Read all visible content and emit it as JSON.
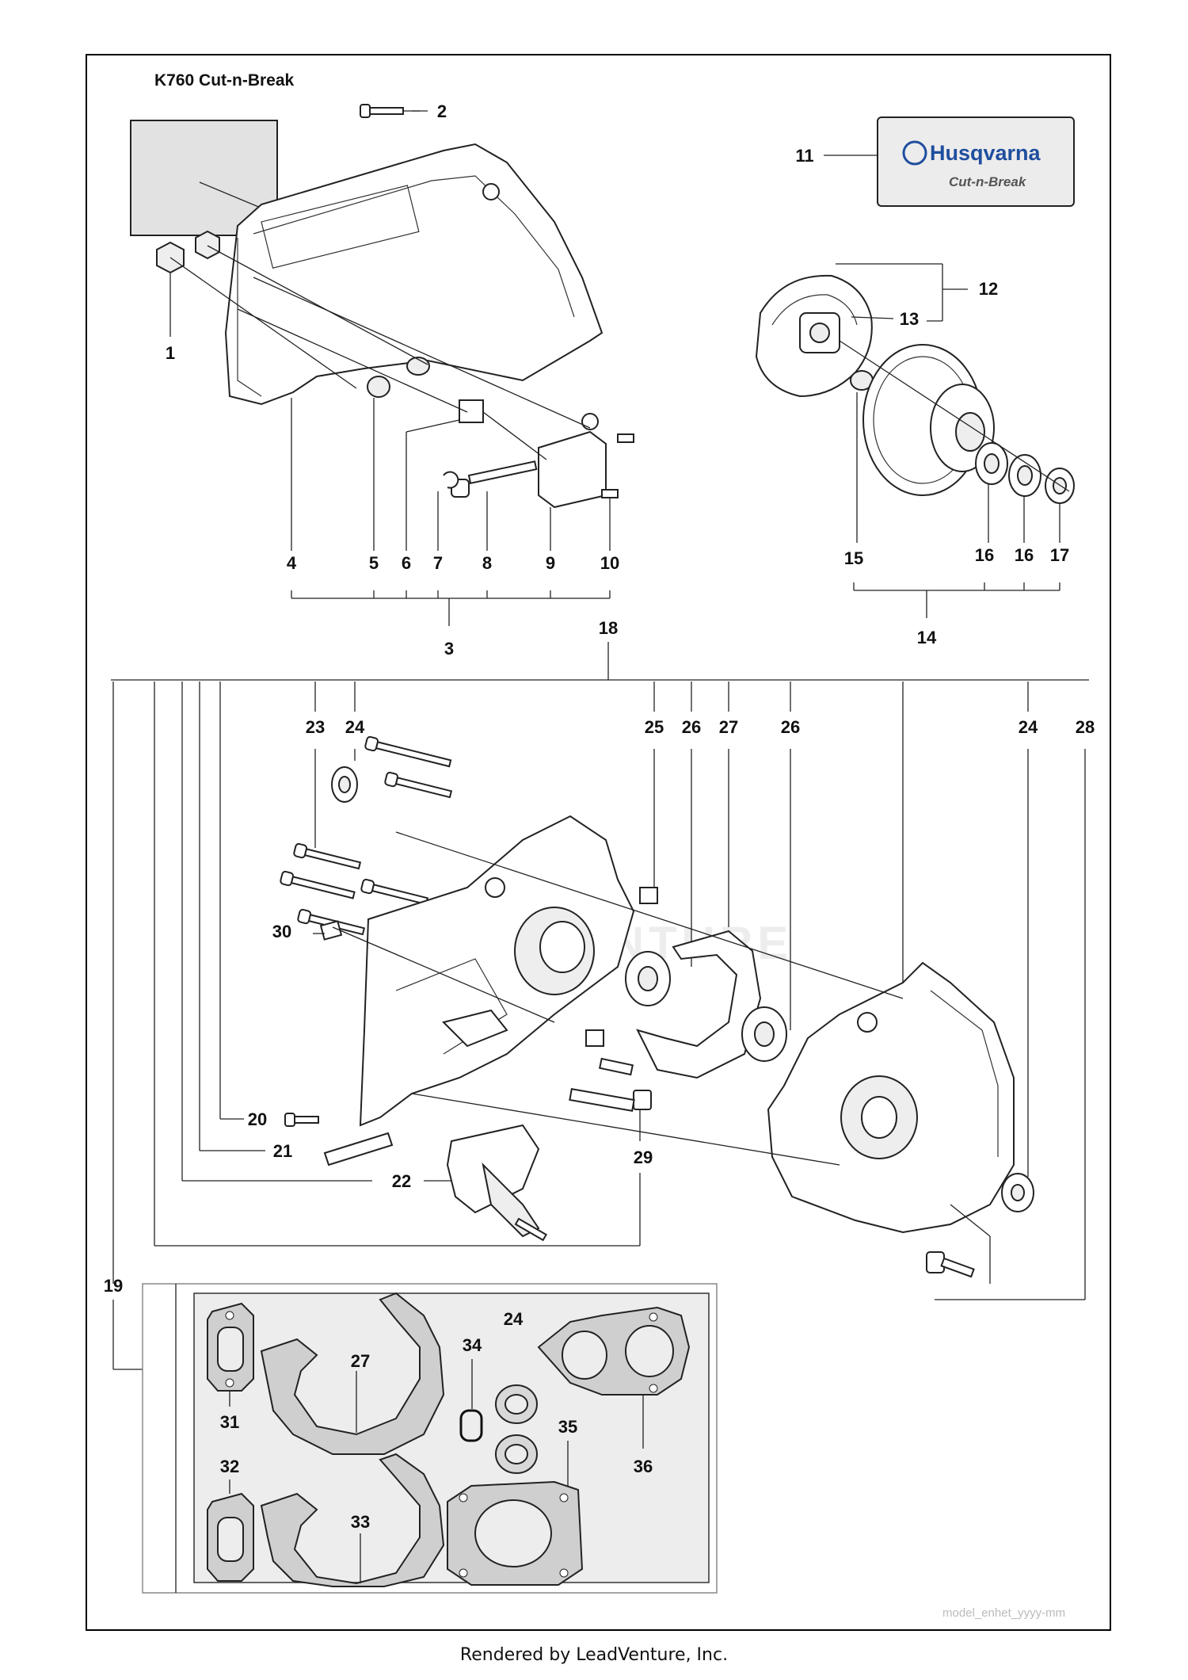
{
  "diagram": {
    "title": "K760 Cut-n-Break",
    "logo_brand": "Husqvarna",
    "logo_product": "Cut-n-Break",
    "callouts": {
      "c1": "1",
      "c2": "2",
      "c3": "3",
      "c4": "4",
      "c5": "5",
      "c6": "6",
      "c7": "7",
      "c8": "8",
      "c9": "9",
      "c10": "10",
      "c11": "11",
      "c12": "12",
      "c13": "13",
      "c14": "14",
      "c15": "15",
      "c16a": "16",
      "c16b": "16",
      "c17": "17",
      "c18": "18",
      "c19": "19",
      "c20": "20",
      "c21": "21",
      "c22": "22",
      "c23": "23",
      "c24a": "24",
      "c24b": "24",
      "c24c": "24",
      "c25": "25",
      "c26a": "26",
      "c26b": "26",
      "c27a": "27",
      "c27b": "27",
      "c28": "28",
      "c29": "29",
      "c30": "30",
      "c31": "31",
      "c32": "32",
      "c33": "33",
      "c34": "34",
      "c35": "35",
      "c36": "36"
    },
    "watermark": "LEADVENTURE",
    "watermark_code": "model_enhet_yyyy-mm"
  },
  "footer": {
    "text": "Rendered by LeadVenture, Inc."
  }
}
